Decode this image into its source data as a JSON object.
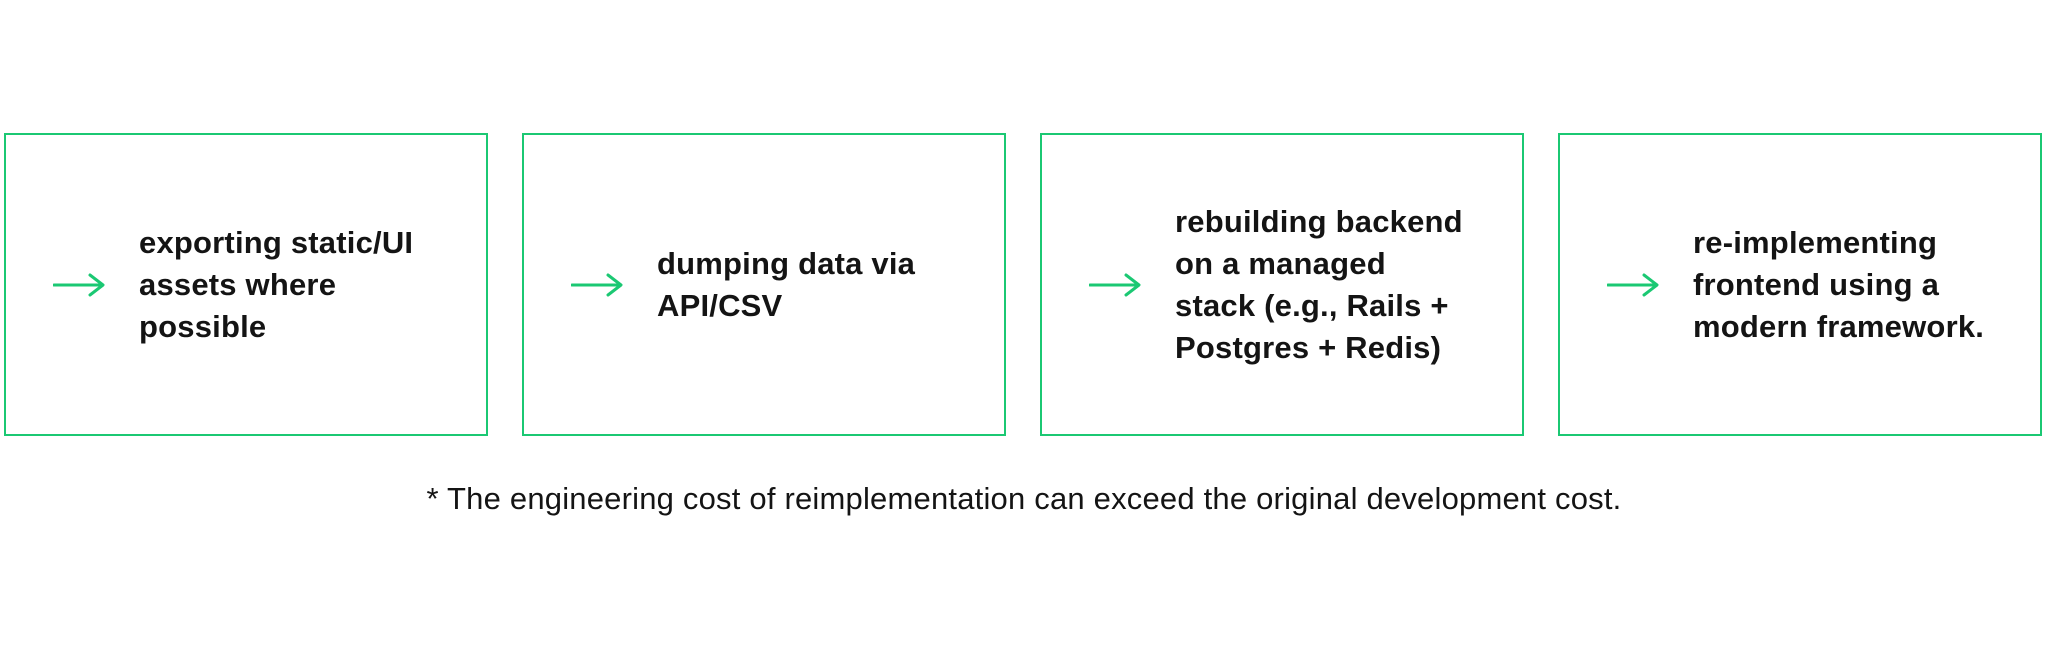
{
  "page": {
    "background": "#ffffff",
    "accent_green": "#1BC873",
    "text_color": "#141414"
  },
  "cards": [
    {
      "icon": "arrow-right-icon",
      "text": "exporting static/UI\nassets where\npossible"
    },
    {
      "icon": "arrow-right-icon",
      "text": "dumping data via\nAPI/CSV"
    },
    {
      "icon": "arrow-right-icon",
      "text": "rebuilding backend\non a managed\nstack (e.g., Rails +\nPostgres + Redis)"
    },
    {
      "icon": "arrow-right-icon",
      "text": "re-implementing\nfrontend using a\nmodern framework."
    }
  ],
  "footnote": "* The engineering cost of reimplementation can exceed the original development cost."
}
